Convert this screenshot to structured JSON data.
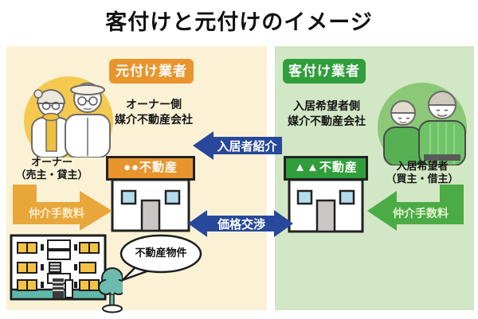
{
  "title": "客付けと元付けのイメージ",
  "left_panel": {
    "badge_label": "元付け業者",
    "subtitle": [
      "オーナー側",
      "媒介不動産会社"
    ],
    "person_label": [
      "オーナー",
      "（売主・貸主）"
    ],
    "building_sign": "●●不動産",
    "fee_arrow_label": "仲介手数料",
    "bubble_label": "不動産物件"
  },
  "right_panel": {
    "badge_label": "客付け業者",
    "subtitle": [
      "入居希望者側",
      "媒介不動産会社"
    ],
    "person_label": [
      "入居希望者",
      "（買主・借主）"
    ],
    "building_sign": "▲▲不動産",
    "fee_arrow_label": "仲介手数料"
  },
  "center_arrows": {
    "referral_label": "入居者紹介",
    "negotiation_label": "価格交渉"
  },
  "colors": {
    "left_panel_bg": "#FBF2D6",
    "right_panel_bg": "#D2E7C5",
    "orange": "#E8952D",
    "green": "#2F9E3B",
    "arrow_blue": "#27489B",
    "fee_arrow_orange": "#E9A63B",
    "fee_arrow_green": "#4BAB44",
    "people_circle_yellow": "#F5C94F",
    "people_circle_green": "#8BC878",
    "teal": "#5FB8A8",
    "window_blue": "#B5DCEC",
    "apartment_window_yellow": "#F5C344"
  }
}
